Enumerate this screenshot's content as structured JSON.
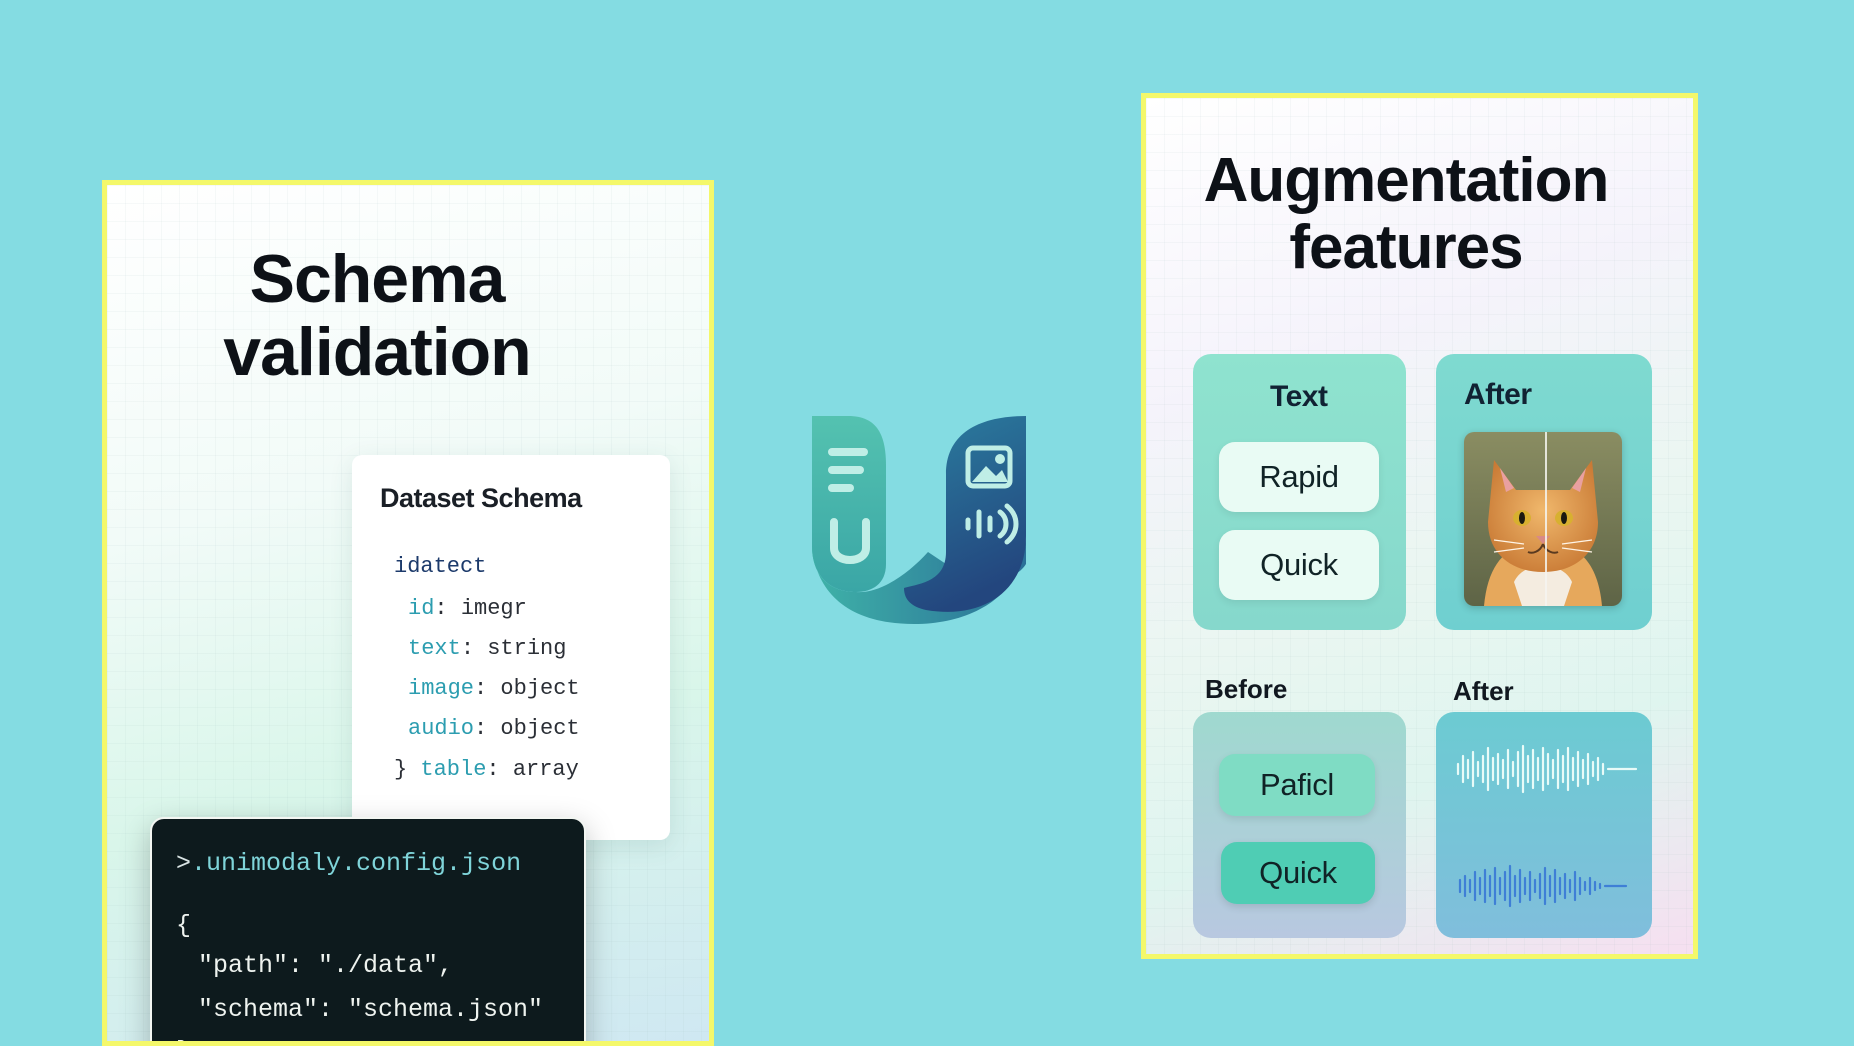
{
  "left_panel": {
    "title_line1": "Schema",
    "title_line2": "validation",
    "schema_card": {
      "title": "Dataset Schema",
      "root": "idatect",
      "fields": [
        {
          "key": "id",
          "sep": ": ",
          "type": "imegr"
        },
        {
          "key": "text",
          "sep": ": ",
          "type": "string"
        },
        {
          "key": "image",
          "sep": ": ",
          "type": "object"
        },
        {
          "key": "audio",
          "sep": ": ",
          "type": "object"
        },
        {
          "key": "table",
          "sep": ": ",
          "type": "array"
        }
      ],
      "closing_brace": "}"
    },
    "terminal": {
      "prompt": ">",
      "command": ".unimodaly.config.json",
      "open_brace": "{",
      "line_path": "\"path\": \"./data\",",
      "line_schema": "\"schema\": \"schema.json\"",
      "close_brace": "}"
    }
  },
  "logo": {
    "letter": "U",
    "icons": [
      "text-lines-icon",
      "image-icon",
      "audio-wave-icon"
    ]
  },
  "right_panel": {
    "title_line1": "Augmentation",
    "title_line2": "features",
    "text_card": {
      "label": "Text",
      "pill1": "Rapid",
      "pill2": "Quick"
    },
    "image_card": {
      "label": "After"
    },
    "before_label": "Before",
    "after_label": "After",
    "before_card": {
      "pill1": "Paficl",
      "pill2": "Quick"
    }
  },
  "colors": {
    "background": "#84dce2",
    "panel_border": "#f4f86a",
    "logo_teal": "#49b8a8",
    "logo_navy": "#244f86"
  }
}
